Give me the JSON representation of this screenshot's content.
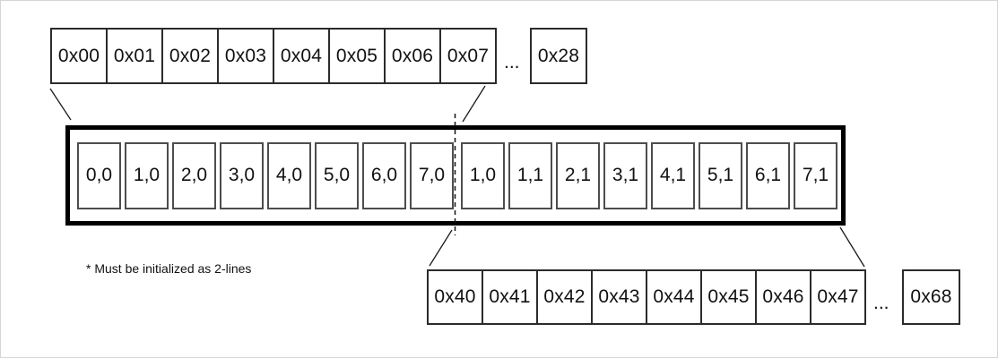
{
  "top_row": {
    "cells": [
      "0x00",
      "0x01",
      "0x02",
      "0x03",
      "0x04",
      "0x05",
      "0x06",
      "0x07"
    ],
    "ellipsis": "...",
    "tail_cell": "0x28"
  },
  "buffer": {
    "line1_cells": [
      "0,0",
      "1,0",
      "2,0",
      "3,0",
      "4,0",
      "5,0",
      "6,0",
      "7,0"
    ],
    "line2_cells": [
      "1,0",
      "1,1",
      "2,1",
      "3,1",
      "4,1",
      "5,1",
      "6,1",
      "7,1"
    ]
  },
  "bottom_row": {
    "cells": [
      "0x40",
      "0x41",
      "0x42",
      "0x43",
      "0x44",
      "0x45",
      "0x46",
      "0x47"
    ],
    "ellipsis": "...",
    "tail_cell": "0x68"
  },
  "footnote": "* Must be initialized as 2-lines",
  "colors": {
    "line": "#1a1a1a",
    "thick_border": "#000000",
    "thin_border": "#2b2b2b",
    "cell_border": "#4d4d4d",
    "background": "#ffffff"
  }
}
